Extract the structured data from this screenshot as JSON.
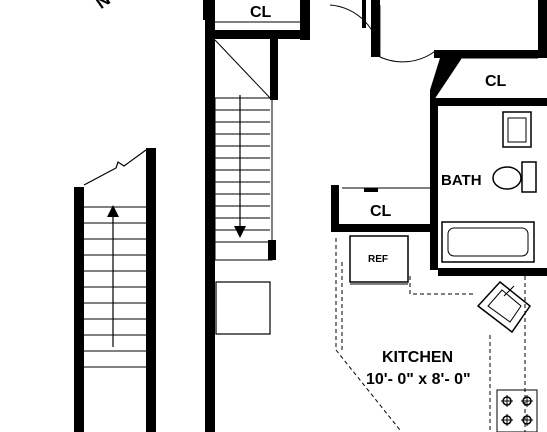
{
  "colors": {
    "wall": "#000000",
    "background": "#ffffff",
    "line": "#000000"
  },
  "labels": {
    "closet_top": "CL",
    "closet_right": "CL",
    "closet_mid": "CL",
    "bath": "BATH",
    "ref": "REF",
    "kitchen_name": "KITCHEN",
    "kitchen_size": "10'- 0\" x 8'- 0\""
  },
  "compass": {
    "letter": "N"
  },
  "icons": {
    "stair_up": "arrow-up-icon",
    "stair_down": "arrow-down-icon",
    "sink": "sink-icon",
    "toilet": "toilet-icon",
    "tub": "bathtub-icon",
    "stove": "stove-burner-icon"
  }
}
